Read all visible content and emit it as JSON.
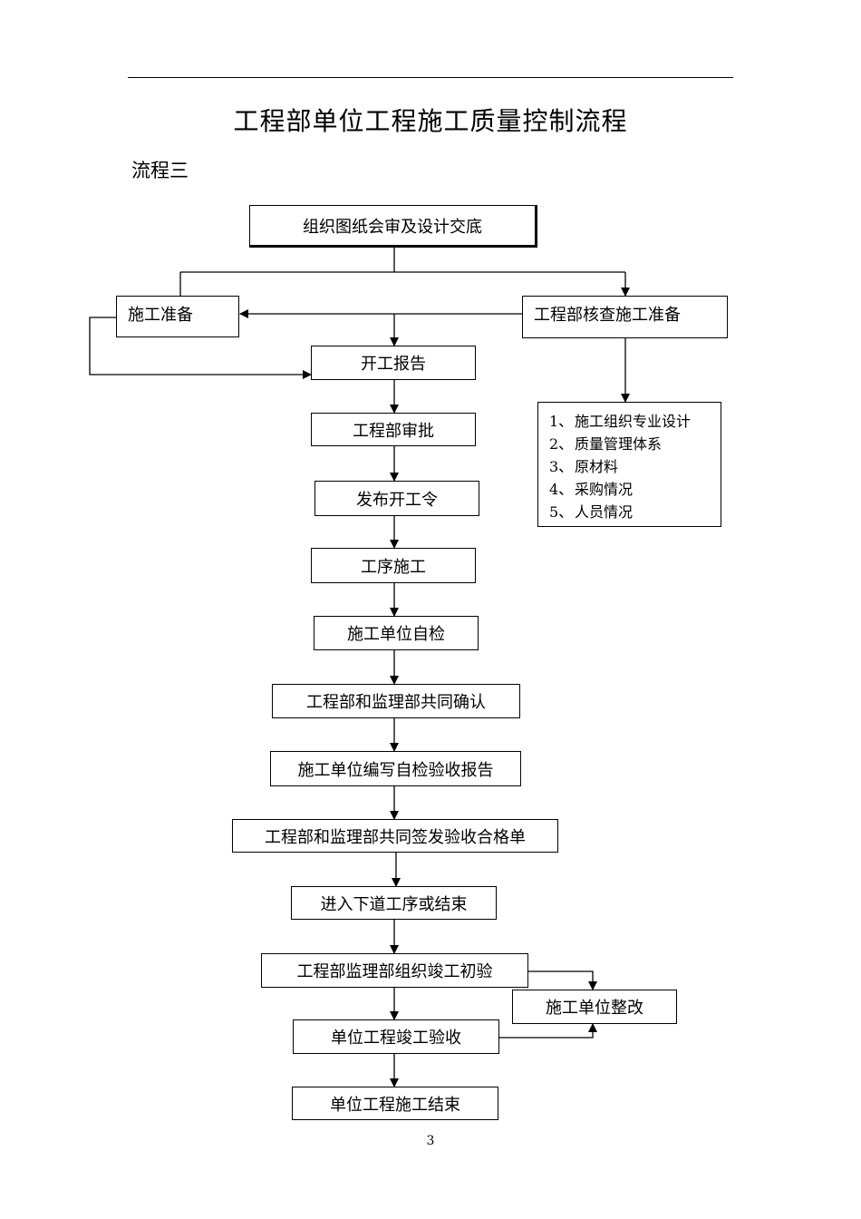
{
  "page": {
    "title": "工程部单位工程施工质量控制流程",
    "subtitle": "流程三",
    "page_number": "3"
  },
  "nodes": {
    "drawing_review": "组织图纸会审及设计交底",
    "construction_prep": "施工准备",
    "dept_check_prep": "工程部核查施工准备",
    "start_report": "开工报告",
    "dept_approval": "工程部审批",
    "issue_start_order": "发布开工令",
    "process_construction": "工序施工",
    "unit_self_check": "施工单位自检",
    "joint_confirm": "工程部和监理部共同确认",
    "write_report": "施工单位编写自检验收报告",
    "sign_certificate": "工程部和监理部共同签发验收合格单",
    "next_process": "进入下道工序或结束",
    "preliminary_acceptance": "工程部监理部组织竣工初验",
    "rectification": "施工单位整改",
    "final_acceptance": "单位工程竣工验收",
    "end": "单位工程施工结束"
  },
  "check_items": [
    {
      "num": "1、",
      "text": "施工组织专业设计"
    },
    {
      "num": "2、",
      "text": "质量管理体系"
    },
    {
      "num": "3、",
      "text": "原材料"
    },
    {
      "num": "4、",
      "text": "采购情况"
    },
    {
      "num": "5、",
      "text": "人员情况"
    }
  ]
}
